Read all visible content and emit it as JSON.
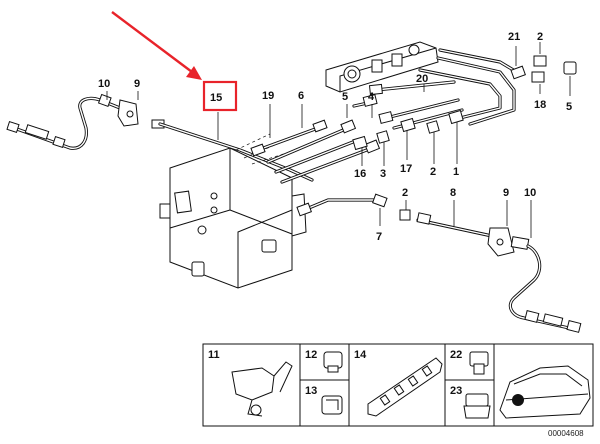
{
  "callouts": {
    "c1": "1",
    "c2a": "2",
    "c2b": "2",
    "c2c": "2",
    "c3": "3",
    "c4": "4",
    "c5a": "5",
    "c5b": "5",
    "c6": "6",
    "c7": "7",
    "c8": "8",
    "c9a": "9",
    "c9b": "9",
    "c10a": "10",
    "c10b": "10",
    "c15": "15",
    "c16": "16",
    "c17": "17",
    "c18": "18",
    "c19": "19",
    "c20": "20",
    "c21": "21"
  },
  "panels": {
    "p11": "11",
    "p12": "12",
    "p13": "13",
    "p14": "14",
    "p22": "22",
    "p23": "23"
  },
  "diagram_code": "00004608",
  "colors": {
    "highlight": "#e8232a",
    "line": "#111111"
  }
}
